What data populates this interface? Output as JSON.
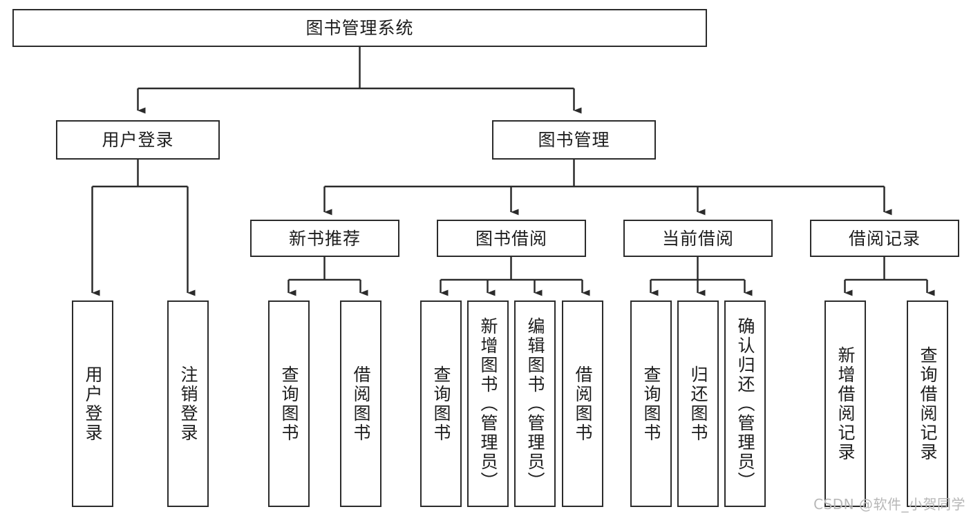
{
  "diagram": {
    "title": "图书管理系统",
    "watermark": "CSDN @软件_小贺同学",
    "line_color": "#2b2b2b",
    "box_fill": "#ffffff",
    "text_color": "#1d1d1d",
    "watermark_color": "#b7b7b7",
    "root": {
      "label": "图书管理系统"
    },
    "level2": [
      {
        "label": "用户登录"
      },
      {
        "label": "图书管理"
      }
    ],
    "level3": [
      {
        "label": "新书推荐"
      },
      {
        "label": "图书借阅"
      },
      {
        "label": "当前借阅"
      },
      {
        "label": "借阅记录"
      }
    ],
    "leaves": {
      "user_login": [
        {
          "label": "用户登录"
        },
        {
          "label": "注销登录"
        }
      ],
      "new_book_recommend": [
        {
          "label": "查询图书"
        },
        {
          "label": "借阅图书"
        }
      ],
      "book_borrow": [
        {
          "label": "查询图书"
        },
        {
          "label": "新增图书（管理员）"
        },
        {
          "label": "编辑图书（管理员）"
        },
        {
          "label": "借阅图书"
        }
      ],
      "current_borrow": [
        {
          "label": "查询图书"
        },
        {
          "label": "归还图书"
        },
        {
          "label": "确认归还（管理员）"
        }
      ],
      "borrow_records": [
        {
          "label": "新增借阅记录"
        },
        {
          "label": "查询借阅记录"
        }
      ]
    }
  }
}
